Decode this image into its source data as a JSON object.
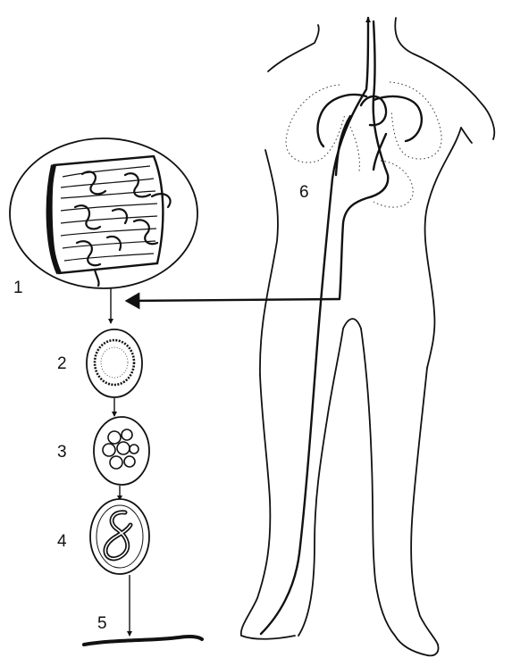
{
  "labels": {
    "stage_1": "1",
    "stage_2": "2",
    "stage_3": "3",
    "stage_4": "4",
    "stage_5": "5",
    "stage_6": "6"
  },
  "colors": {
    "ink": "#111111",
    "background": "#ffffff"
  }
}
